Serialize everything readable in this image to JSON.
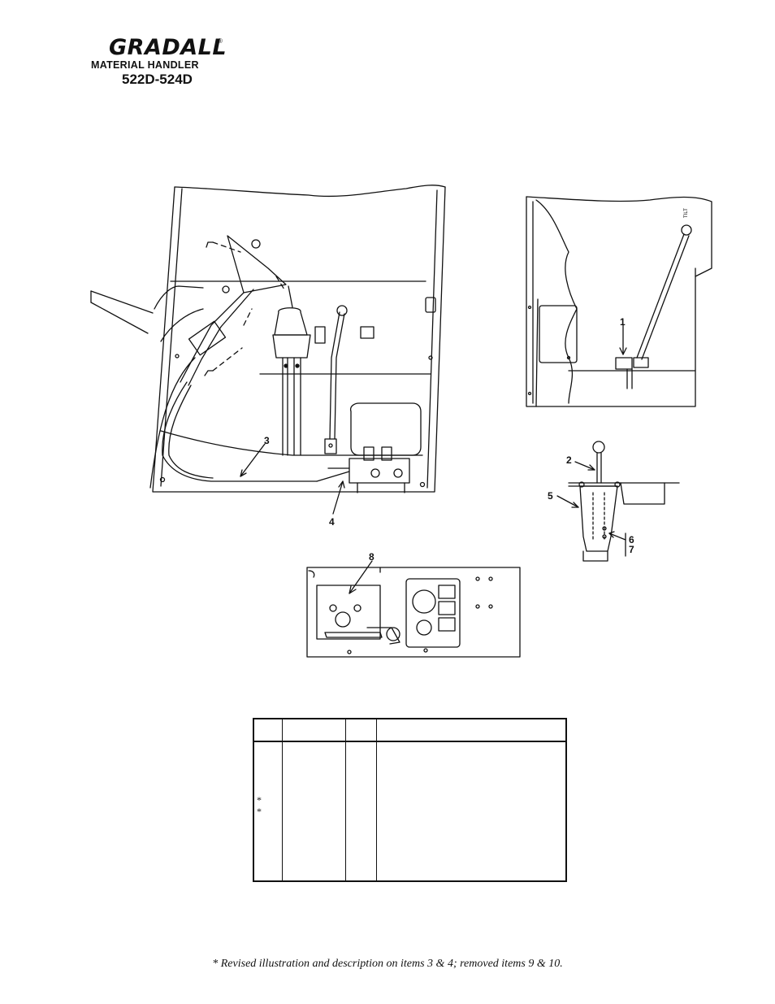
{
  "header": {
    "brand": "GRADALL",
    "registered_mark": "®",
    "product_line": "MATERIAL HANDLER",
    "model": "522D-524D"
  },
  "illustration": {
    "callouts": [
      "1",
      "2",
      "3",
      "4",
      "5",
      "6",
      "7",
      "8"
    ],
    "side_view_label": "TILT"
  },
  "parts_table": {
    "marked_rows": [
      "*",
      "*"
    ]
  },
  "footnote": "* Revised illustration and description on items 3 & 4; removed items 9 & 10."
}
